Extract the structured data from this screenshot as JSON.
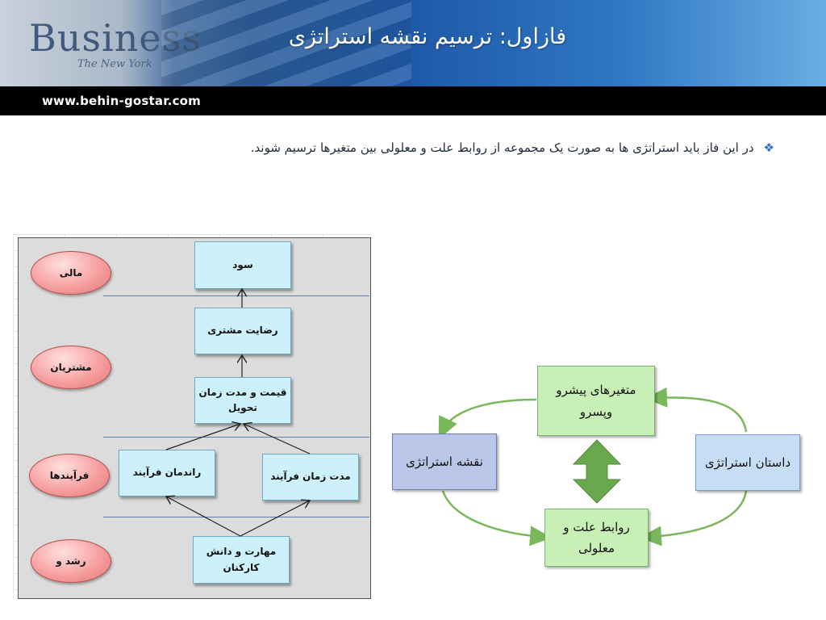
{
  "header": {
    "title": "فازاول: ترسیم نقشه استراتژی",
    "background_text": "Business",
    "background_subtext": "The New York",
    "url": "www.behin-gostar.com"
  },
  "bullet": {
    "icon": "diamond-bullet-icon",
    "text": "در این فاز باید استراتژی ها به صورت یک مجموعه از روابط علت و معلولی بین متغیرها ترسیم شوند."
  },
  "strategy_map": {
    "perspectives": [
      "مالی",
      "مشتریان",
      "فرآیندها",
      "رشد و"
    ],
    "boxes": {
      "profit": "سود",
      "customer_satisfaction": "رضایت مشتری",
      "price_delivery": "قیمت و مدت زمان تحویل",
      "process_efficiency": "راندمان فرآیند",
      "process_time": "مدت زمان فرآیند",
      "employee_skills": "مهارت و دانش کارکنان"
    }
  },
  "cycle": {
    "leading_lagging": "متغیرهای پیشرو وپسرو",
    "strategy_story": "داستان استراتژی",
    "cause_effect": "روابط علت و معلولی",
    "strategy_map": "نقشه استراتژی"
  },
  "colors": {
    "title_text": "#ffffff",
    "url_bar": "#000000",
    "ellipse_fill": "#f59a9a",
    "box_fill_cyan": "#cdf1fb",
    "green_box": "#c8f0b6",
    "blue_box": "#c6ddf6",
    "purple_box": "#b9c6e8",
    "arrow_green": "#7ab65a",
    "bullet_mark": "#2e6fd0"
  }
}
